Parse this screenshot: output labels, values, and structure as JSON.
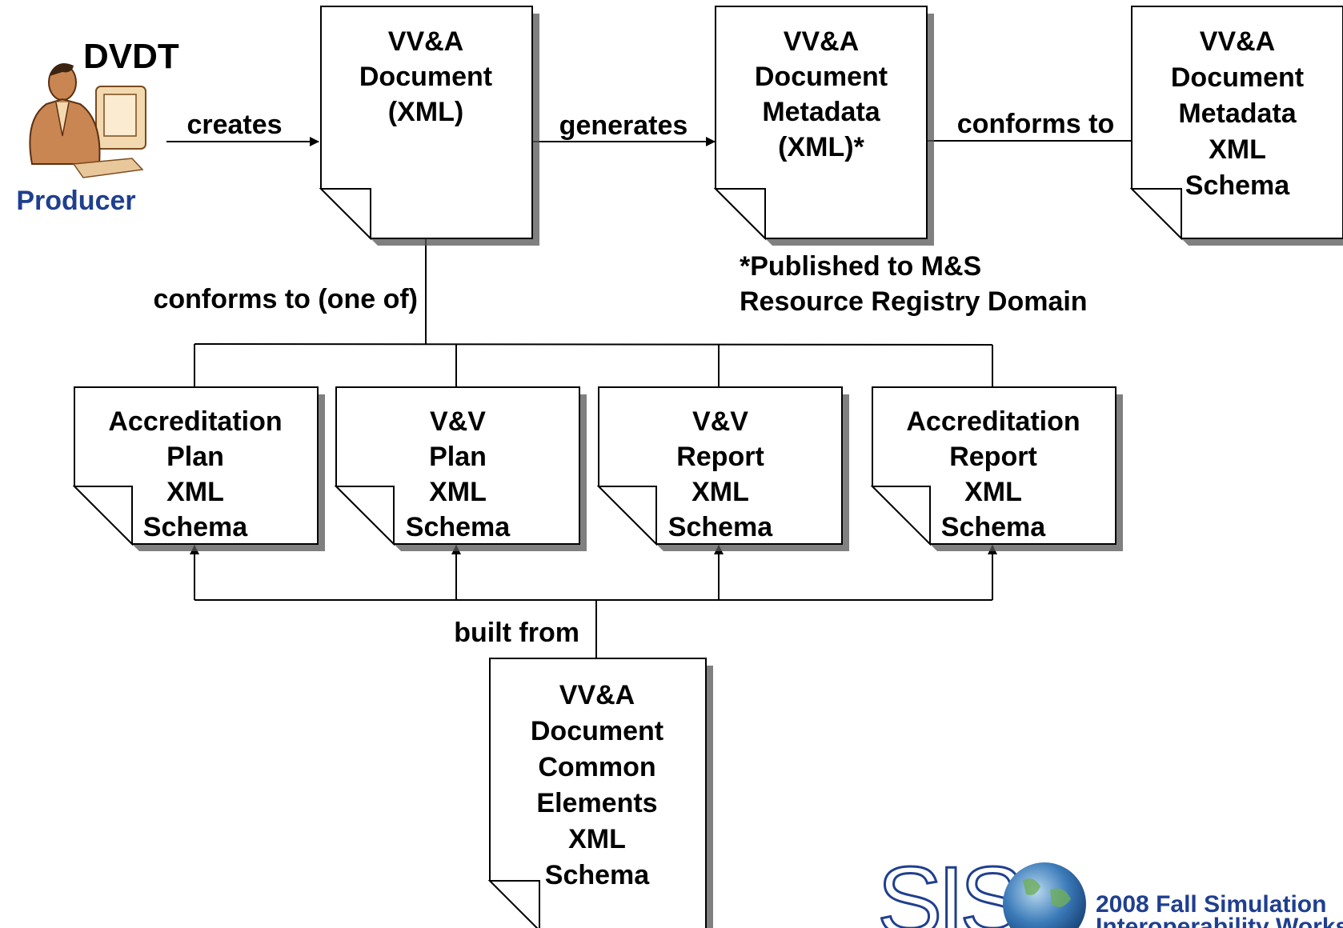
{
  "actor": {
    "name": "DVDT",
    "role": "Producer"
  },
  "edges": {
    "creates": "creates",
    "generates": "generates",
    "conforms_to_metadata": "conforms to",
    "conforms_to_one_of": "conforms to (one of)",
    "built_from": "built from"
  },
  "documents": {
    "vva_document": [
      "VV&A",
      "Document",
      "(XML)"
    ],
    "metadata": [
      "VV&A",
      "Document",
      "Metadata",
      "(XML)*"
    ],
    "metadata_schema": [
      "VV&A",
      "Document",
      "Metadata",
      "XML",
      "Schema"
    ],
    "accreditation_plan": [
      "Accreditation",
      "Plan",
      "XML",
      "Schema"
    ],
    "vv_plan": [
      "V&V",
      "Plan",
      "XML",
      "Schema"
    ],
    "vv_report": [
      "V&V",
      "Report",
      "XML",
      "Schema"
    ],
    "accreditation_report": [
      "Accreditation",
      "Report",
      "XML",
      "Schema"
    ],
    "common_elements": [
      "VV&A",
      "Document",
      "Common",
      "Elements",
      "XML",
      "Schema"
    ]
  },
  "footnote": [
    "*Published to M&S",
    "Resource Registry Domain"
  ],
  "logo": {
    "text": "SIS",
    "event": [
      "2008 Fall Simulation",
      "Interoperability Workshop"
    ],
    "colors": {
      "navy": "#1f3f8f",
      "globe": "#3a7ab8"
    }
  }
}
